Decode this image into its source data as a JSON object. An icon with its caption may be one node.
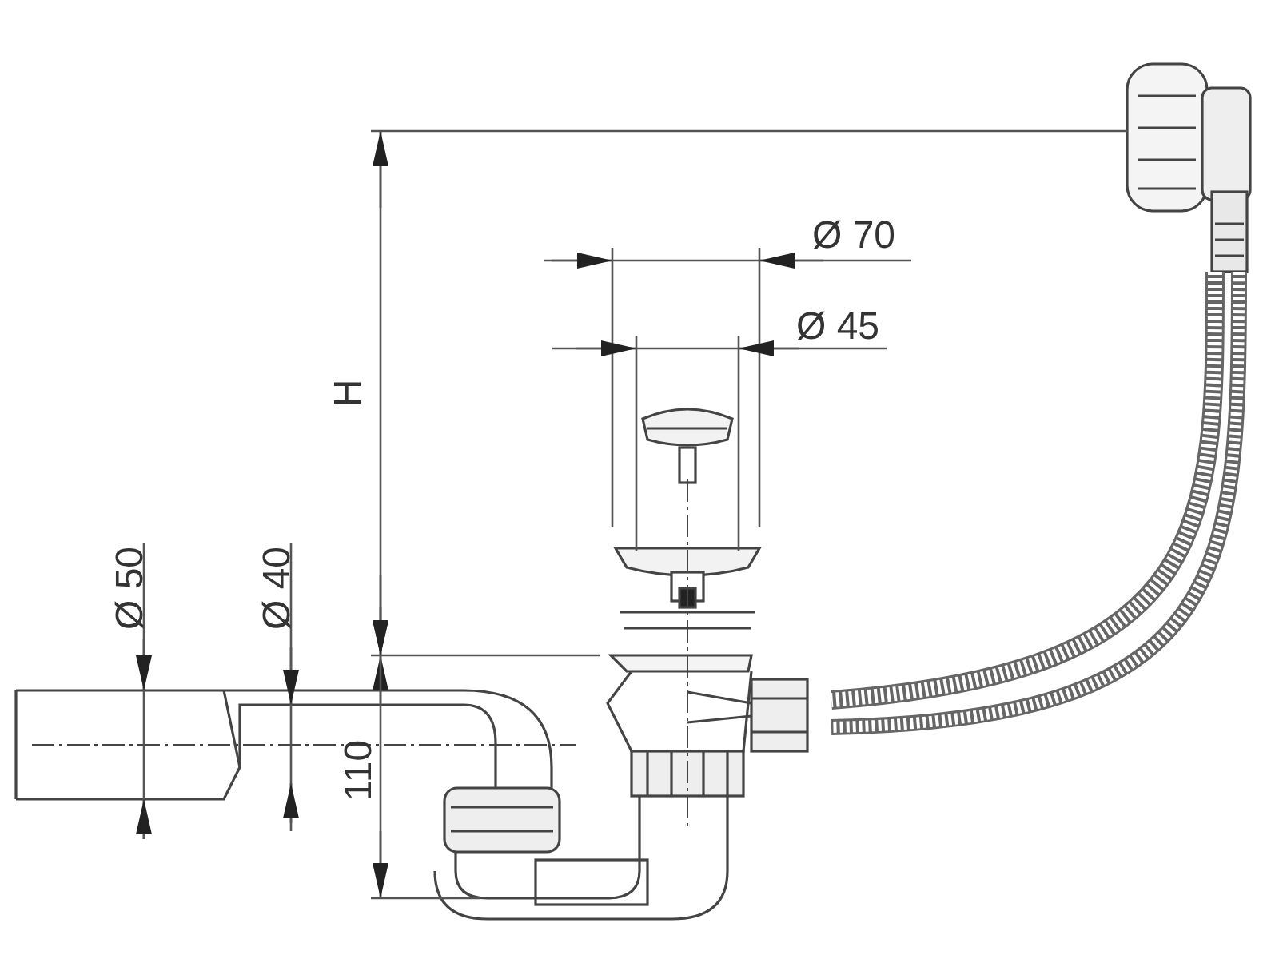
{
  "diagram": {
    "labels": [
      "Ø 70",
      "Ø 45",
      "H",
      "Ø 50",
      "Ø 40",
      "110"
    ]
  }
}
